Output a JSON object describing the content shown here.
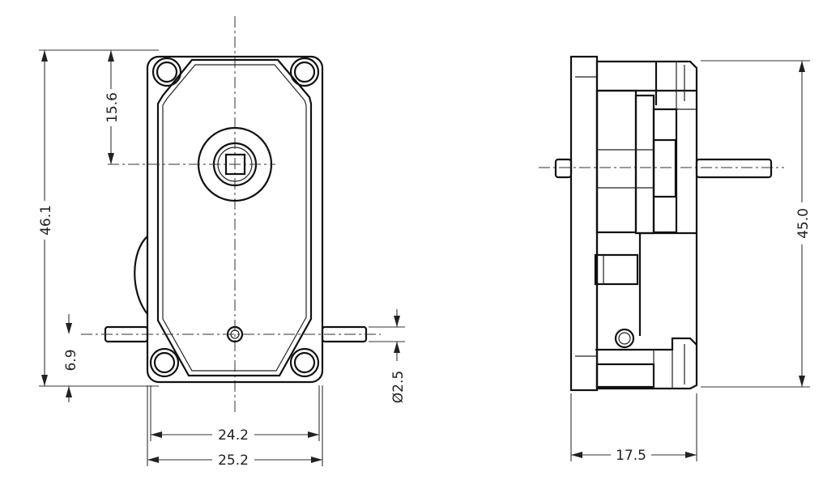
{
  "dimensions": {
    "overall_height": "46.1",
    "shaft_offset": "15.6",
    "pin_offset": "6.9",
    "pin_diameter": "Ø2.5",
    "inner_width": "24.2",
    "outer_width": "25.2",
    "side_height": "45.0",
    "side_depth": "17.5"
  },
  "colors": {
    "line": "#111111",
    "background": "#ffffff"
  }
}
